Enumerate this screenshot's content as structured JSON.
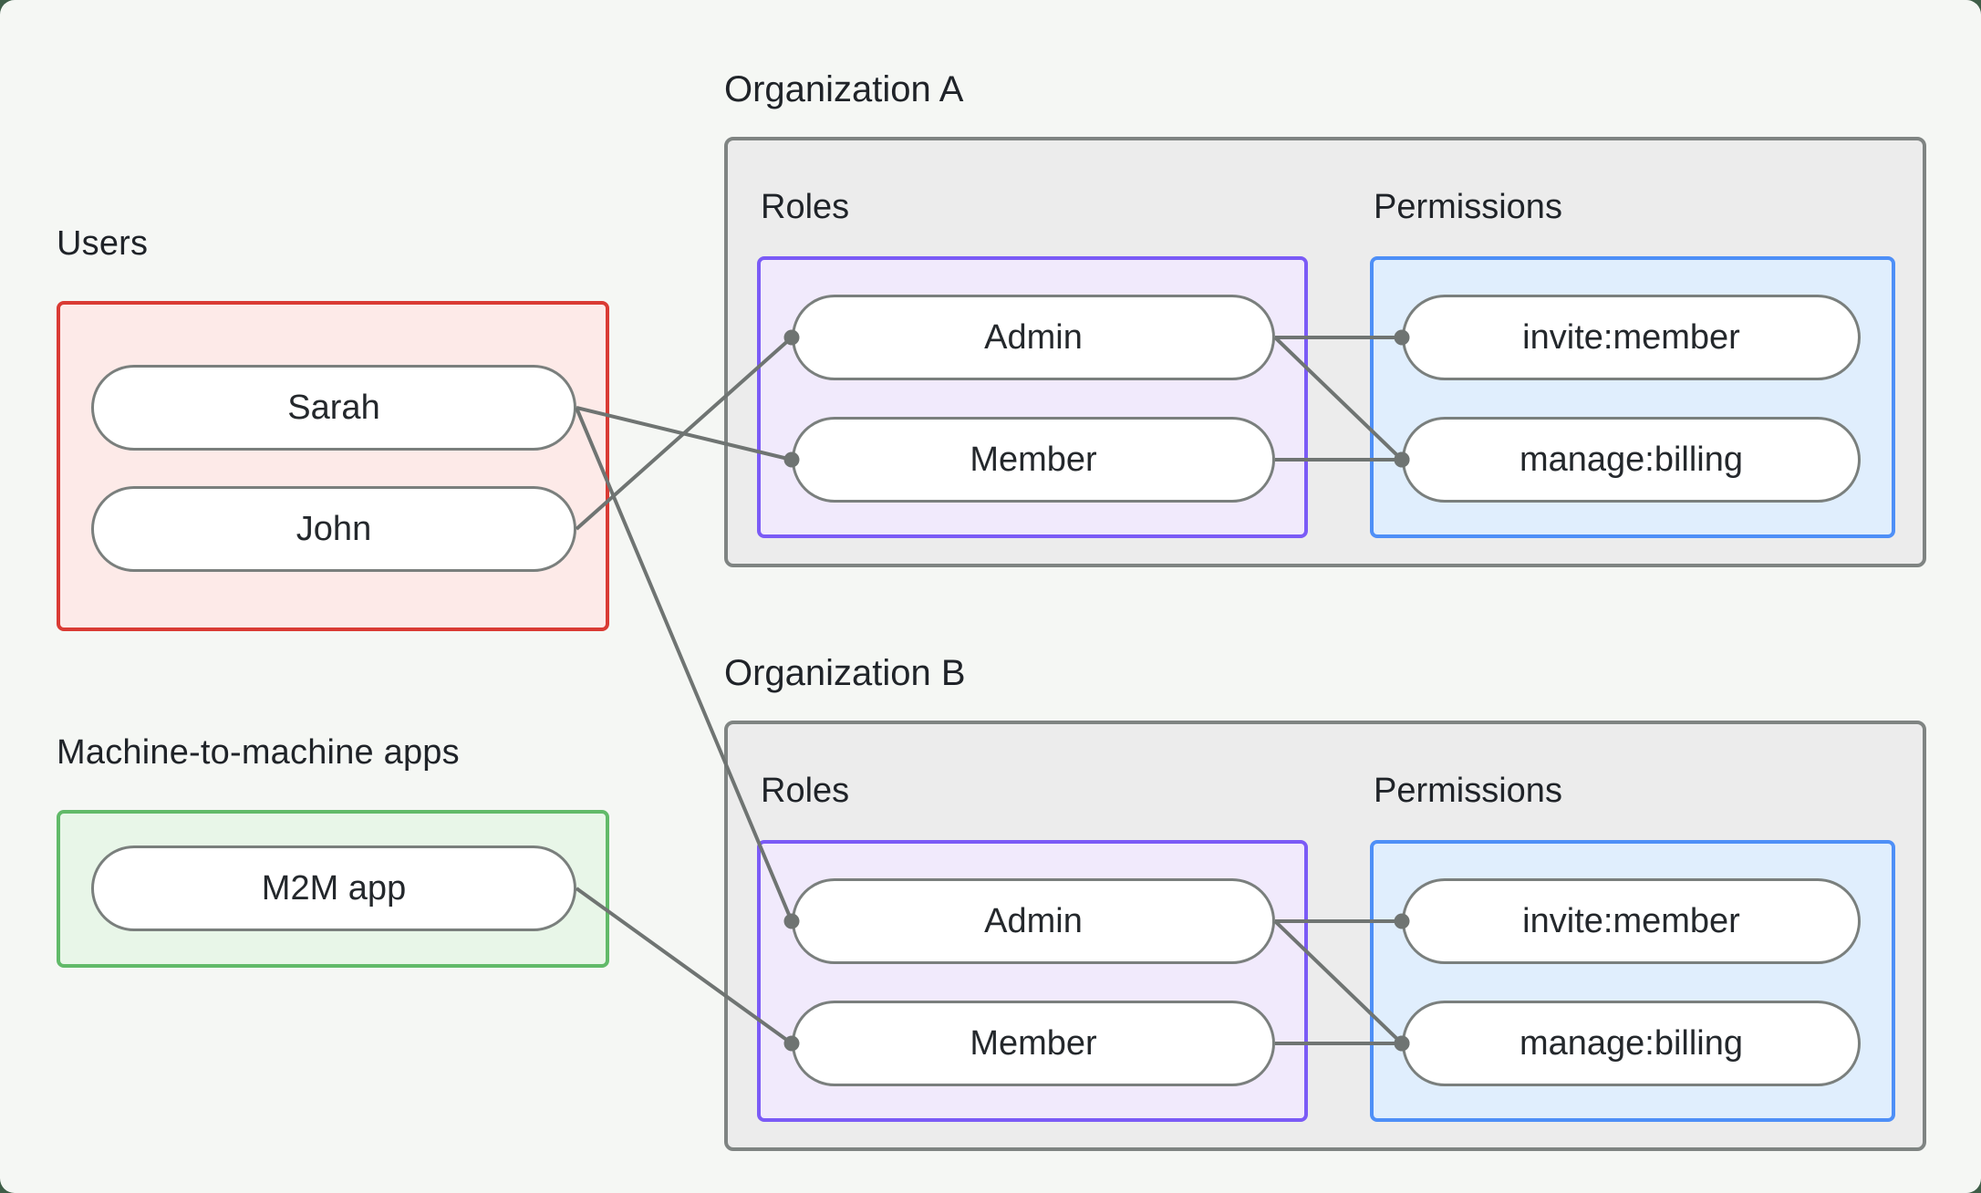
{
  "page": {
    "background": "#f5f7f4",
    "frame_background": "#3f5e48"
  },
  "users_section": {
    "title": "Users",
    "items": [
      {
        "id": "user-sarah",
        "label": "Sarah"
      },
      {
        "id": "user-john",
        "label": "John"
      }
    ]
  },
  "m2m_section": {
    "title": "Machine-to-machine apps",
    "items": [
      {
        "id": "m2m-app",
        "label": "M2M app"
      }
    ]
  },
  "organizations": [
    {
      "id": "org-a",
      "title": "Organization A",
      "roles_label": "Roles",
      "permissions_label": "Permissions",
      "roles": [
        {
          "id": "org-a-role-admin",
          "label": "Admin"
        },
        {
          "id": "org-a-role-member",
          "label": "Member"
        }
      ],
      "permissions": [
        {
          "id": "org-a-perm-invite",
          "label": "invite:member"
        },
        {
          "id": "org-a-perm-billing",
          "label": "manage:billing"
        }
      ]
    },
    {
      "id": "org-b",
      "title": "Organization B",
      "roles_label": "Roles",
      "permissions_label": "Permissions",
      "roles": [
        {
          "id": "org-b-role-admin",
          "label": "Admin"
        },
        {
          "id": "org-b-role-member",
          "label": "Member"
        }
      ],
      "permissions": [
        {
          "id": "org-b-perm-invite",
          "label": "invite:member"
        },
        {
          "id": "org-b-perm-billing",
          "label": "manage:billing"
        }
      ]
    }
  ],
  "connections": [
    {
      "from": "user-john",
      "to": "org-a-role-admin"
    },
    {
      "from": "user-sarah",
      "to": "org-a-role-member"
    },
    {
      "from": "user-sarah",
      "to": "org-b-role-admin"
    },
    {
      "from": "m2m-app",
      "to": "org-b-role-member"
    },
    {
      "from": "org-a-role-admin",
      "to": "org-a-perm-invite"
    },
    {
      "from": "org-a-role-admin",
      "to": "org-a-perm-billing"
    },
    {
      "from": "org-a-role-member",
      "to": "org-a-perm-billing"
    },
    {
      "from": "org-b-role-admin",
      "to": "org-b-perm-invite"
    },
    {
      "from": "org-b-role-admin",
      "to": "org-b-perm-billing"
    },
    {
      "from": "org-b-role-member",
      "to": "org-b-perm-billing"
    }
  ],
  "colors": {
    "users_border": "#da3b34",
    "users_fill": "#fdeae8",
    "m2m_border": "#61ba69",
    "m2m_fill": "#e8f6e8",
    "roles_border": "#7b5bf6",
    "roles_fill": "#f1eafc",
    "permissions_border": "#4e8ff7",
    "permissions_fill": "#e0eefd",
    "org_border": "#7f8482",
    "org_fill": "#ececec",
    "node_border": "#7a7f7d",
    "node_fill": "#ffffff",
    "edge": "#6f7472",
    "text": "#1f2328"
  }
}
